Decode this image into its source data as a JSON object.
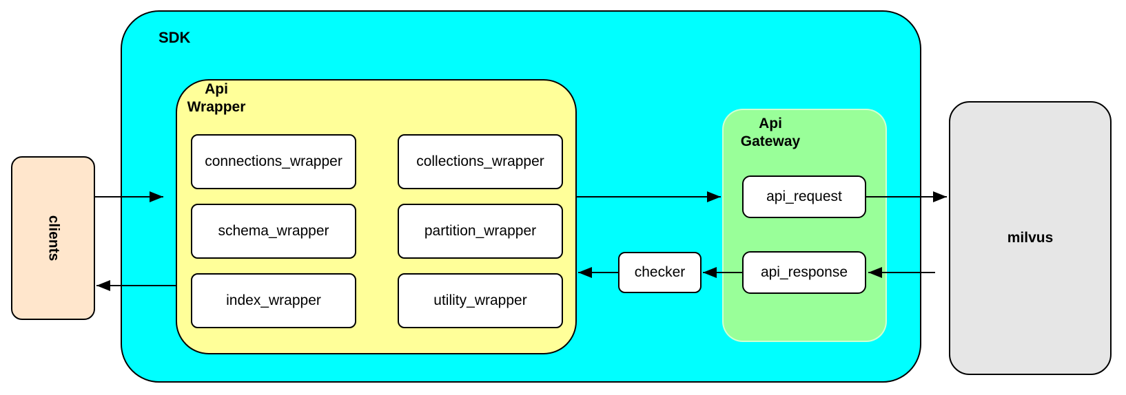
{
  "diagram": {
    "clients": {
      "label": "clients"
    },
    "sdk": {
      "label": "SDK"
    },
    "api_wrapper": {
      "label": "Api\nWrapper",
      "nodes": [
        "connections_wrapper",
        "collections_wrapper",
        "schema_wrapper",
        "partition_wrapper",
        "index_wrapper",
        "utility_wrapper"
      ]
    },
    "checker": {
      "label": "checker"
    },
    "api_gateway": {
      "label": "Api\nGateway",
      "nodes": [
        "api_request",
        "api_response"
      ]
    },
    "milvus": {
      "label": "milvus"
    }
  },
  "edges": [
    {
      "from": "clients",
      "to": "sdk"
    },
    {
      "from": "api_wrapper",
      "to": "api_gateway"
    },
    {
      "from": "api_request",
      "to": "milvus"
    },
    {
      "from": "milvus",
      "to": "api_response"
    },
    {
      "from": "api_response",
      "to": "checker"
    },
    {
      "from": "checker",
      "to": "api_wrapper"
    },
    {
      "from": "api_wrapper",
      "to": "clients"
    }
  ],
  "colors": {
    "sdk_cyan": "#00FFFF",
    "wrapper_yellow": "#FFFF99",
    "gateway_green": "#99FF99",
    "clients_peach": "#FFE6CC",
    "milvus_gray": "#E6E6E6",
    "node_white": "#FFFFFF",
    "line_black": "#000000"
  }
}
